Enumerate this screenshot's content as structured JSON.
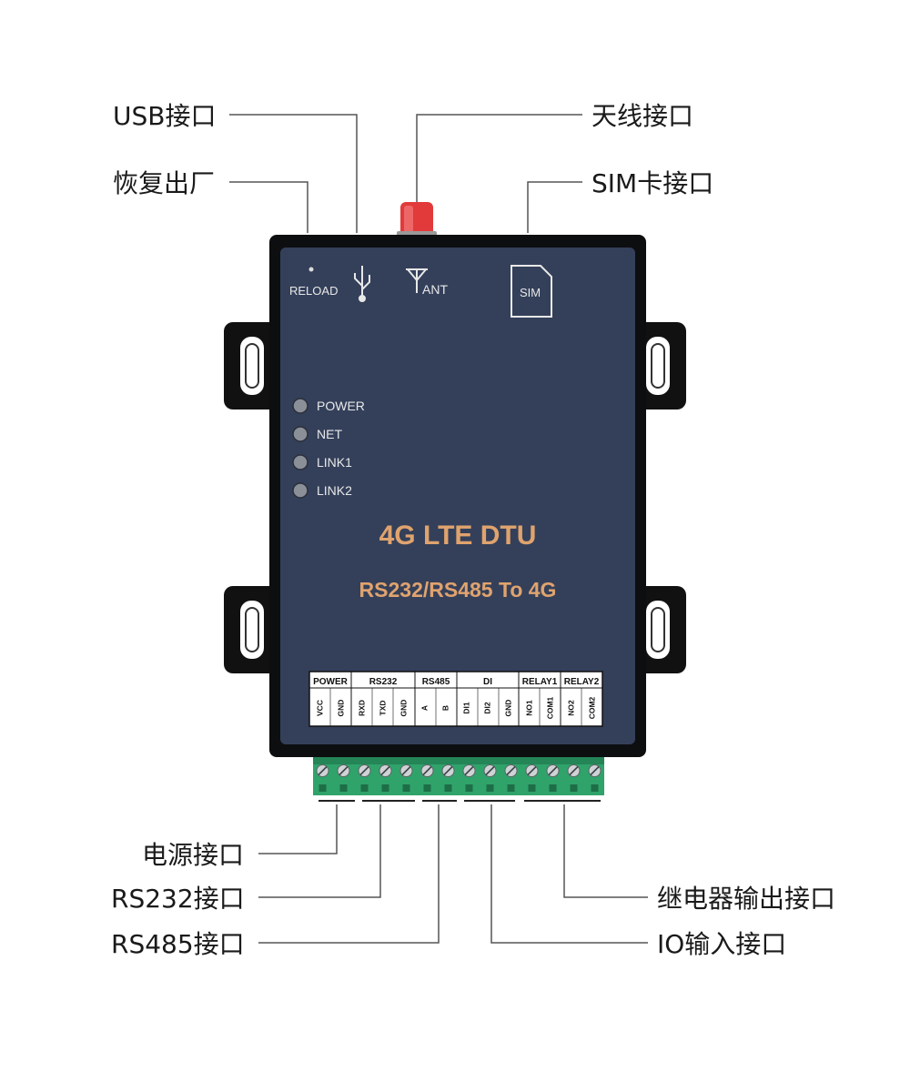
{
  "callouts": {
    "usb": "USB接口",
    "reset": "恢复出厂",
    "antenna": "天线接口",
    "sim": "SIM卡接口",
    "power": "电源接口",
    "rs232": "RS232接口",
    "rs485": "RS485接口",
    "relay": "继电器输出接口",
    "io": "IO输入接口"
  },
  "device": {
    "reload": "RELOAD",
    "ant": "ANT",
    "sim": "SIM",
    "title": "4G LTE DTU",
    "subtitle": "RS232/RS485 To 4G",
    "leds": [
      "POWER",
      "NET",
      "LINK1",
      "LINK2"
    ],
    "groups": [
      "POWER",
      "RS232",
      "RS485",
      "DI",
      "RELAY1",
      "RELAY2"
    ],
    "pins": [
      "VCC",
      "GND",
      "RXD",
      "TXD",
      "GND",
      "A",
      "B",
      "DI1",
      "DI2",
      "GND",
      "NO1",
      "COM1",
      "NO2",
      "COM2"
    ]
  },
  "colors": {
    "body": "#34405a",
    "accent": "#e0a36e",
    "terminal": "#2fa36a",
    "antenna": "#e23a3a"
  }
}
